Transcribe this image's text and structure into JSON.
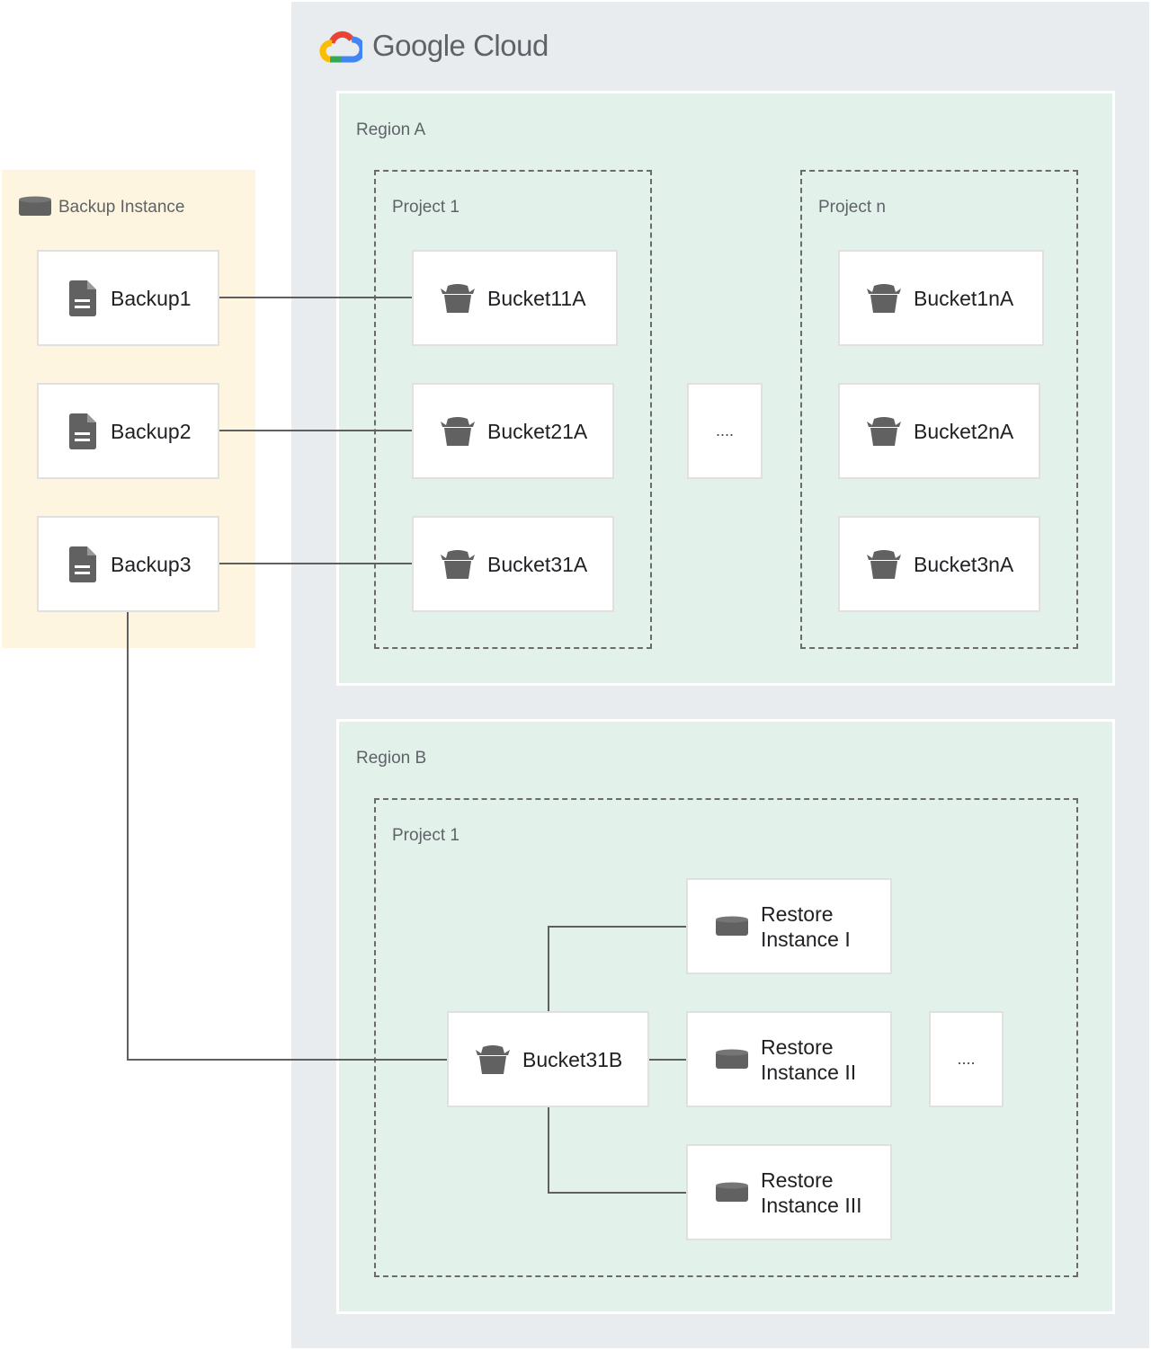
{
  "brand": {
    "name": "Google Cloud",
    "colors": {
      "red": "#EA4335",
      "yellow": "#FBBC04",
      "green": "#34A853",
      "blue": "#4285F4"
    }
  },
  "backup_instance": {
    "label": "Backup Instance",
    "icon": "database-icon",
    "backups": [
      "Backup1",
      "Backup2",
      "Backup3"
    ]
  },
  "region_a": {
    "label": "Region A",
    "project_1": {
      "label": "Project 1",
      "buckets": [
        "Bucket11A",
        "Bucket21A",
        "Bucket31A"
      ]
    },
    "ellipsis": "....",
    "project_n": {
      "label": "Project n",
      "buckets": [
        "Bucket1nA",
        "Bucket2nA",
        "Bucket3nA"
      ]
    }
  },
  "region_b": {
    "label": "Region B",
    "project_1": {
      "label": "Project 1",
      "bucket": "Bucket31B",
      "restores": [
        [
          "Restore",
          "Instance I"
        ],
        [
          "Restore",
          "Instance II"
        ],
        [
          "Restore",
          "Instance III"
        ]
      ],
      "ellipsis": "...."
    }
  }
}
